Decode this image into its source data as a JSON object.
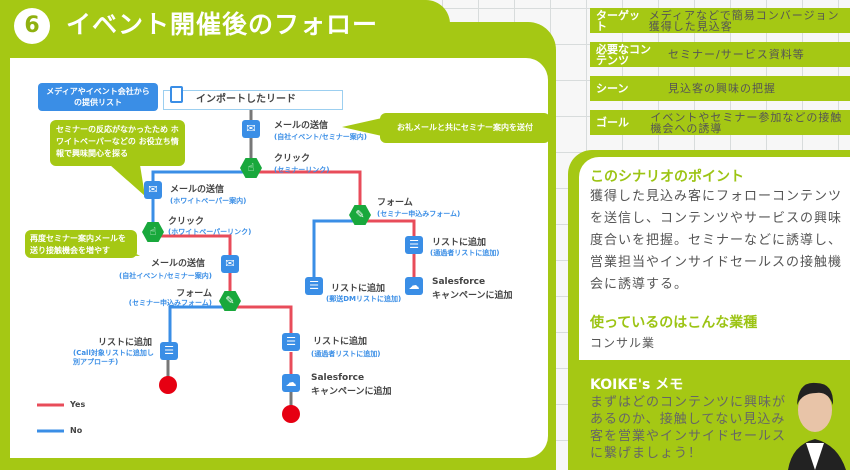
{
  "title": {
    "number": "6",
    "text": "イベント開催後のフォロー"
  },
  "info_rows": [
    {
      "label": "ターゲット",
      "value": "メディアなどで簡易コンバージョン獲得した見込客"
    },
    {
      "label": "必要なコンテンツ",
      "value": "セミナー/サービス資料等"
    },
    {
      "label": "シーン",
      "value": "見込客の興味の把握"
    },
    {
      "label": "ゴール",
      "value": "イベントやセミナー参加などの接触機会への誘導"
    }
  ],
  "point": {
    "heading": "このシナリオのポイント",
    "body": "獲得した見込み客にフォローコンテンツを送信し、コンテンツやサービスの興味度合いを把握。セミナーなどに誘導し、営業担当やインサイドセールスの接触機会に誘導する。"
  },
  "industry": {
    "heading": "使っているのはこんな業種",
    "body": "コンサル業"
  },
  "memo": {
    "heading": "KOIKE's メモ",
    "body": "まずはどのコンテンツに興味があるのか、接触してない見込み客を営業やインサイドセールスに繋げましょう！"
  },
  "diagram": {
    "source_label": "メディアやイベント会社からの提供リスト",
    "import": "インポートしたリード",
    "n_mail1": {
      "label": "メールの送信",
      "sub": "(自社イベント/セミナー案内)"
    },
    "n_click1": {
      "label": "クリック",
      "sub": "(セミナーリンク)"
    },
    "n_mail2": {
      "label": "メールの送信",
      "sub": "(ホワイトペーパー案内)"
    },
    "n_click2": {
      "label": "クリック",
      "sub": "(ホワイトペーパーリンク)"
    },
    "n_mail3": {
      "label": "メールの送信",
      "sub": "(自社イベント/セミナー案内)"
    },
    "n_form2": {
      "label": "フォーム",
      "sub": "(セミナー申込みフォーム)"
    },
    "n_list_call": {
      "label": "リストに追加",
      "sub": "(Call対象リストに追加し別アプローチ)"
    },
    "n_list_pass2": {
      "label": "リストに追加",
      "sub": "(通過者リストに追加)"
    },
    "n_sf2": {
      "label": "Salesforce",
      "sub": "キャンペーンに追加"
    },
    "n_form1": {
      "label": "フォーム",
      "sub": "(セミナー申込みフォーム)"
    },
    "n_list_dm": {
      "label": "リストに追加",
      "sub": "(郵送DMリストに追加)"
    },
    "n_list_pass1": {
      "label": "リストに追加",
      "sub": "(通過者リストに追加)"
    },
    "n_sf1": {
      "label": "Salesforce",
      "sub": "キャンペーンに追加"
    },
    "callout1": "お礼メールと共にセミナー案内を送付",
    "callout2": "セミナーの反応がなかったため ホワイトペーパーなどの お役立ち情報で興味関心を探る",
    "callout3": "再度セミナー案内メールを 送り接触機会を増やす",
    "legend": [
      {
        "label": "Yes",
        "color": "#e84c5a"
      },
      {
        "label": "No",
        "color": "#3a8ee6"
      }
    ]
  },
  "colors": {
    "accent": "#a5c814",
    "yes": "#e84c5a",
    "no": "#3a8ee6",
    "node": "#19a83c",
    "end": "#e60012"
  }
}
